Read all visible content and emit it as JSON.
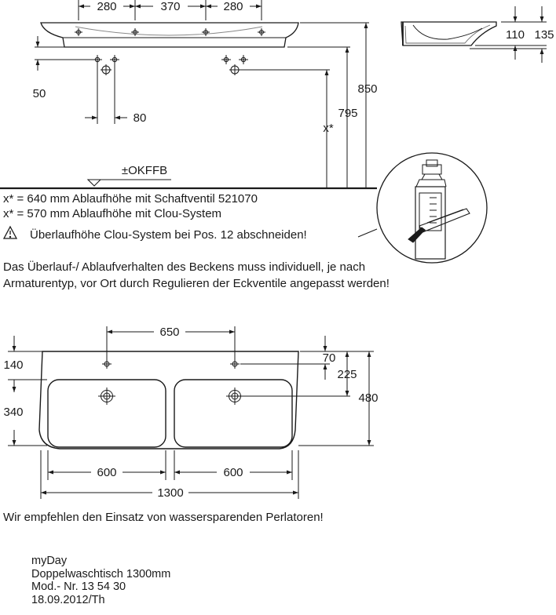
{
  "top_dims": [
    "280",
    "370",
    "280"
  ],
  "side_dims": [
    "110",
    "135"
  ],
  "left_dims": [
    "50",
    "80"
  ],
  "height_dims": [
    "795",
    "850"
  ],
  "x_label": "x*",
  "floor_label": "±OKFFB",
  "notes": [
    "x* = 640 mm Ablaufhöhe mit Schaftventil 521070",
    "x* = 570 mm Ablaufhöhe mit Clou-System",
    "Überlaufhöhe Clou-System bei Pos. 12 abschneiden!"
  ],
  "paragraph": [
    "Das Überlauf-/ Ablaufverhalten des Beckens muss individuell, je nach",
    "Armaturentyp, vor Ort durch Regulieren der Eckventile angepasst werden!"
  ],
  "plan_dims": {
    "tap_spacing": "650",
    "edge_left": "140",
    "bowl_left": "340",
    "edge_right": "70",
    "drain_right": "225",
    "depth": "480",
    "bowl_width_1": "600",
    "bowl_width_2": "600",
    "total_width": "1300"
  },
  "recommendation": "Wir empfehlen den Einsatz von wassersparenden Perlatoren!",
  "footer": [
    "myDay",
    "Doppelwaschtisch 1300mm",
    "Mod.- Nr. 13 54 30",
    "18.09.2012/Th"
  ]
}
